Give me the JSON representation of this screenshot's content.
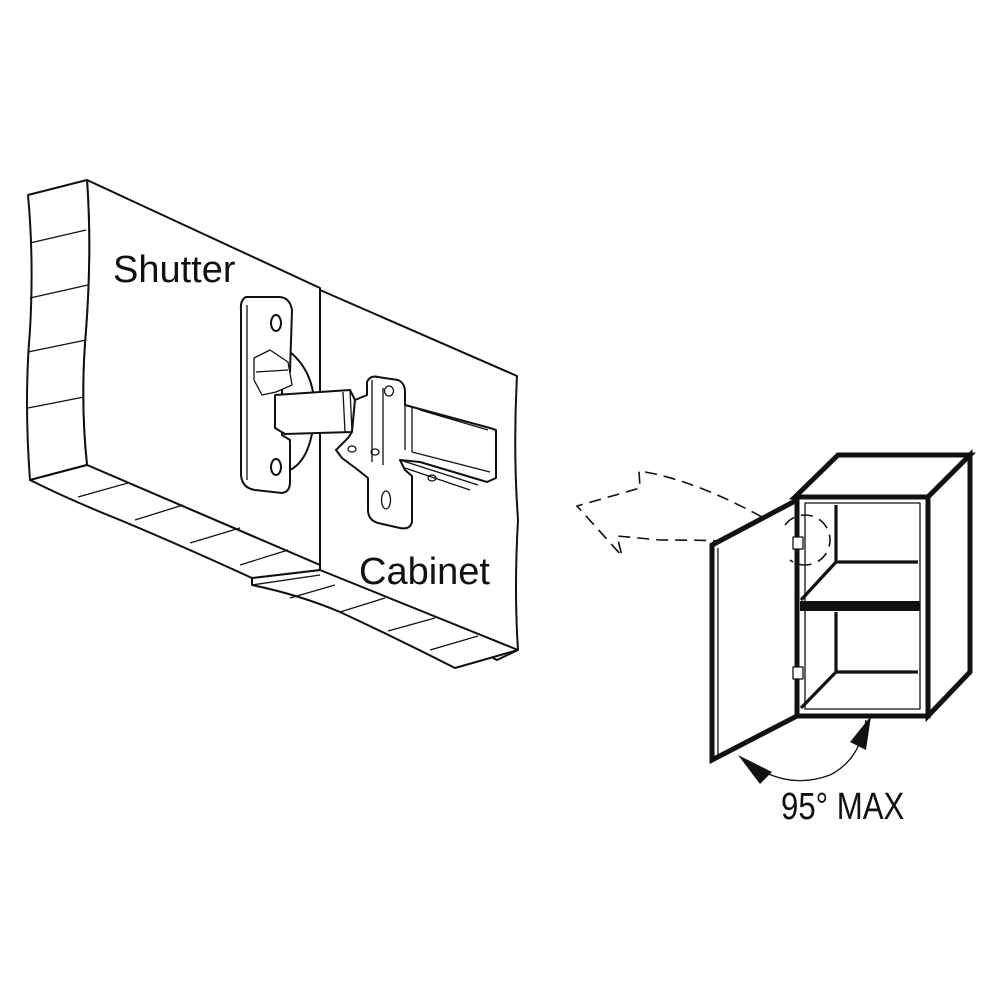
{
  "diagram": {
    "type": "technical-line-illustration",
    "subject": "concealed cabinet hinge installation",
    "labels": {
      "shutter": "Shutter",
      "cabinet": "Cabinet",
      "opening_angle": "95° MAX"
    },
    "components": [
      {
        "id": "shutter-panel",
        "label_ref": "shutter",
        "description": "door panel with cup hinge mounted"
      },
      {
        "id": "cabinet-panel",
        "label_ref": "cabinet",
        "description": "cabinet side wall with mounting plate"
      },
      {
        "id": "hinge",
        "description": "concealed hinge: cup plate on shutter, arm, mounting plate on cabinet"
      },
      {
        "id": "callout-arrow",
        "description": "dashed arrow from cabinet hinge location to enlarged detail"
      },
      {
        "id": "mini-cabinet",
        "description": "small cabinet with door open, two hinges, one shelf"
      },
      {
        "id": "angle-indicator",
        "description": "double-headed arc arrow showing max opening angle"
      }
    ],
    "max_opening_angle_deg": 95,
    "colors": {
      "line": "#111111",
      "background": "#ffffff"
    }
  }
}
